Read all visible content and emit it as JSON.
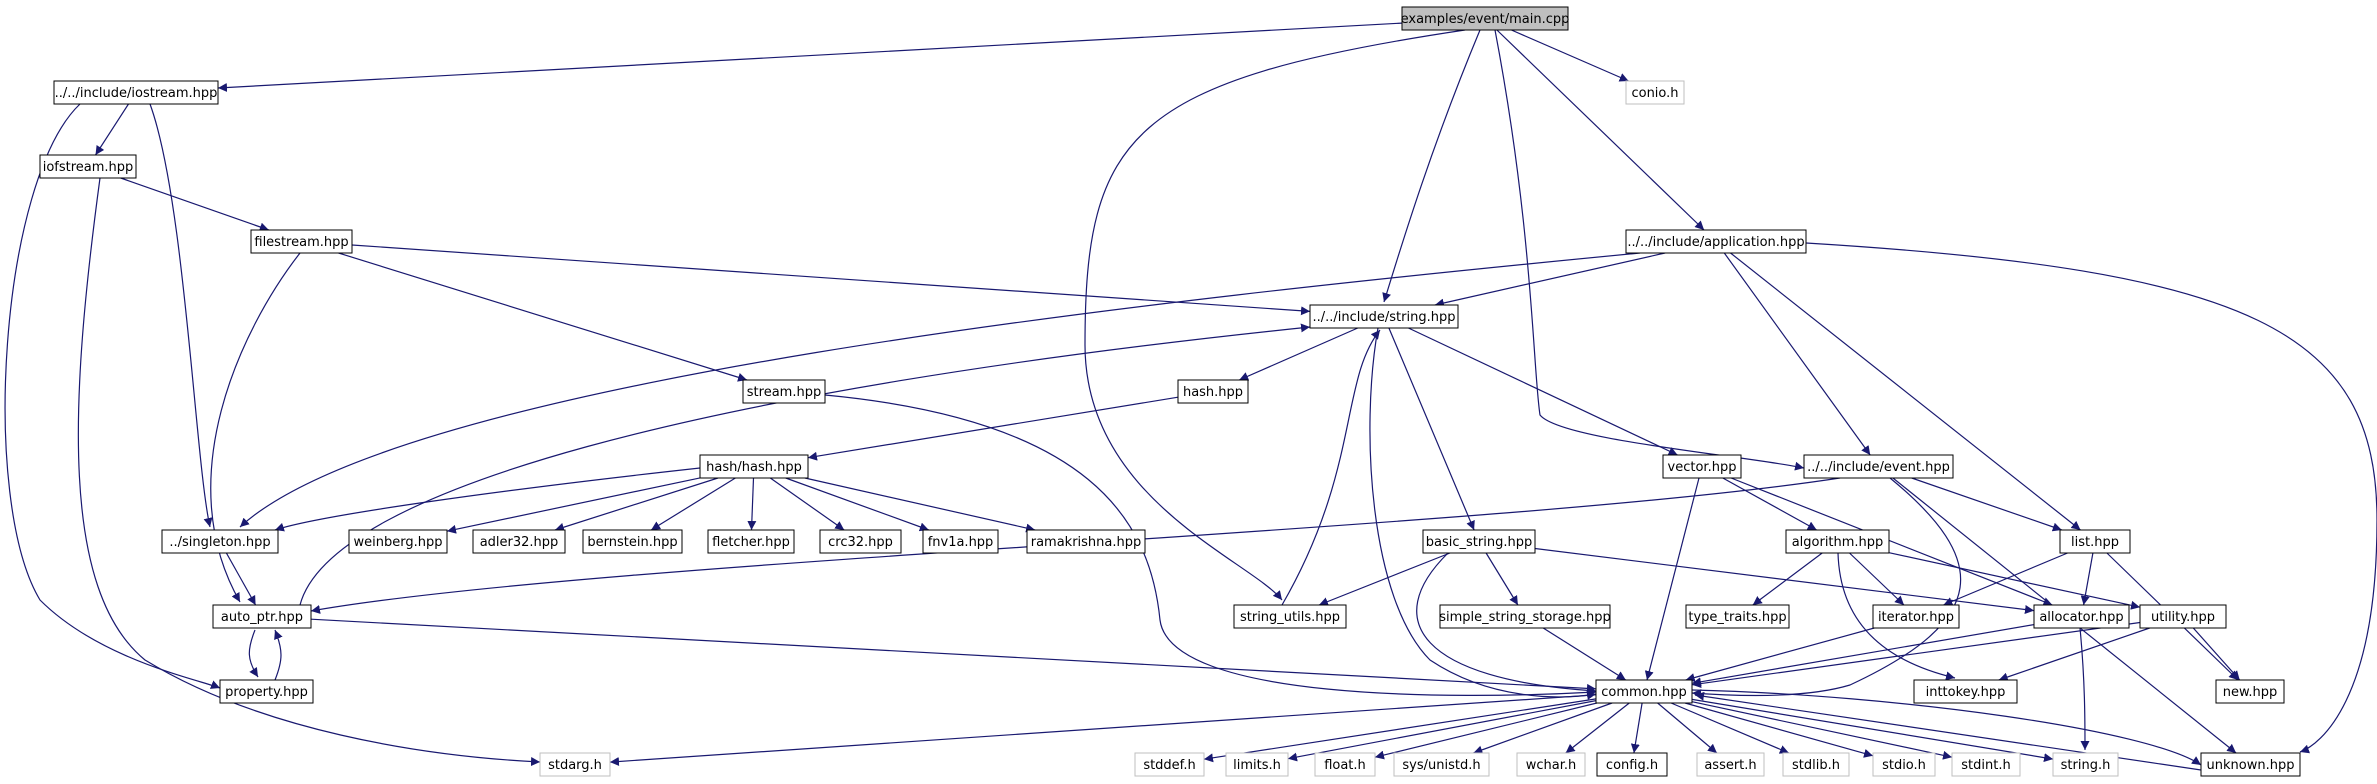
{
  "graph": {
    "nodes": [
      {
        "id": "main",
        "label": "examples/event/main.cpp",
        "style": "root"
      },
      {
        "id": "iostream",
        "label": "../../include/iostream.hpp",
        "style": "normal"
      },
      {
        "id": "conio",
        "label": "conio.h",
        "style": "external"
      },
      {
        "id": "iofstream",
        "label": "iofstream.hpp",
        "style": "normal"
      },
      {
        "id": "filestream",
        "label": "filestream.hpp",
        "style": "normal"
      },
      {
        "id": "application",
        "label": "../../include/application.hpp",
        "style": "normal"
      },
      {
        "id": "string",
        "label": "../../include/string.hpp",
        "style": "normal"
      },
      {
        "id": "stream",
        "label": "stream.hpp",
        "style": "normal"
      },
      {
        "id": "hash",
        "label": "hash.hpp",
        "style": "normal"
      },
      {
        "id": "hashhash",
        "label": "hash/hash.hpp",
        "style": "normal"
      },
      {
        "id": "vector",
        "label": "vector.hpp",
        "style": "normal"
      },
      {
        "id": "event",
        "label": "../../include/event.hpp",
        "style": "normal"
      },
      {
        "id": "singleton",
        "label": "../singleton.hpp",
        "style": "normal"
      },
      {
        "id": "weinberg",
        "label": "weinberg.hpp",
        "style": "normal"
      },
      {
        "id": "adler32",
        "label": "adler32.hpp",
        "style": "normal"
      },
      {
        "id": "bernstein",
        "label": "bernstein.hpp",
        "style": "normal"
      },
      {
        "id": "fletcher",
        "label": "fletcher.hpp",
        "style": "normal"
      },
      {
        "id": "crc32",
        "label": "crc32.hpp",
        "style": "normal"
      },
      {
        "id": "fnv1a",
        "label": "fnv1a.hpp",
        "style": "normal"
      },
      {
        "id": "ramakrishna",
        "label": "ramakrishna.hpp",
        "style": "normal"
      },
      {
        "id": "basic_string",
        "label": "basic_string.hpp",
        "style": "normal"
      },
      {
        "id": "algorithm",
        "label": "algorithm.hpp",
        "style": "normal"
      },
      {
        "id": "list",
        "label": "list.hpp",
        "style": "normal"
      },
      {
        "id": "auto_ptr",
        "label": "auto_ptr.hpp",
        "style": "normal"
      },
      {
        "id": "string_utils",
        "label": "string_utils.hpp",
        "style": "normal"
      },
      {
        "id": "simple_string_storage",
        "label": "simple_string_storage.hpp",
        "style": "normal"
      },
      {
        "id": "type_traits",
        "label": "type_traits.hpp",
        "style": "normal"
      },
      {
        "id": "iterator",
        "label": "iterator.hpp",
        "style": "normal"
      },
      {
        "id": "allocator",
        "label": "allocator.hpp",
        "style": "normal"
      },
      {
        "id": "utility",
        "label": "utility.hpp",
        "style": "normal"
      },
      {
        "id": "property",
        "label": "property.hpp",
        "style": "normal"
      },
      {
        "id": "common",
        "label": "common.hpp",
        "style": "normal"
      },
      {
        "id": "inttokey",
        "label": "inttokey.hpp",
        "style": "normal"
      },
      {
        "id": "new",
        "label": "new.hpp",
        "style": "normal"
      },
      {
        "id": "stdarg",
        "label": "stdarg.h",
        "style": "external"
      },
      {
        "id": "stddef",
        "label": "stddef.h",
        "style": "external"
      },
      {
        "id": "limits",
        "label": "limits.h",
        "style": "external"
      },
      {
        "id": "float",
        "label": "float.h",
        "style": "external"
      },
      {
        "id": "unistd",
        "label": "sys/unistd.h",
        "style": "external"
      },
      {
        "id": "wchar",
        "label": "wchar.h",
        "style": "external"
      },
      {
        "id": "config",
        "label": "config.h",
        "style": "normal"
      },
      {
        "id": "assert",
        "label": "assert.h",
        "style": "external"
      },
      {
        "id": "stdlib",
        "label": "stdlib.h",
        "style": "external"
      },
      {
        "id": "stdio",
        "label": "stdio.h",
        "style": "external"
      },
      {
        "id": "stdint",
        "label": "stdint.h",
        "style": "external"
      },
      {
        "id": "stringh",
        "label": "string.h",
        "style": "external"
      },
      {
        "id": "unknown",
        "label": "unknown.hpp",
        "style": "normal"
      }
    ],
    "edges": [
      [
        "main",
        "iostream"
      ],
      [
        "main",
        "conio"
      ],
      [
        "main",
        "string"
      ],
      [
        "main",
        "string_utils"
      ],
      [
        "main",
        "application"
      ],
      [
        "main",
        "event"
      ],
      [
        "iostream",
        "iofstream"
      ],
      [
        "iostream",
        "singleton"
      ],
      [
        "iostream",
        "property"
      ],
      [
        "iofstream",
        "filestream"
      ],
      [
        "iofstream",
        "stdarg"
      ],
      [
        "filestream",
        "string"
      ],
      [
        "filestream",
        "stream"
      ],
      [
        "filestream",
        "auto_ptr"
      ],
      [
        "application",
        "string"
      ],
      [
        "application",
        "singleton"
      ],
      [
        "application",
        "event"
      ],
      [
        "application",
        "list"
      ],
      [
        "application",
        "unknown"
      ],
      [
        "string",
        "hash"
      ],
      [
        "string",
        "vector"
      ],
      [
        "string",
        "basic_string"
      ],
      [
        "string",
        "common"
      ],
      [
        "stream",
        "common"
      ],
      [
        "hash",
        "hashhash"
      ],
      [
        "hashhash",
        "singleton"
      ],
      [
        "hashhash",
        "weinberg"
      ],
      [
        "hashhash",
        "adler32"
      ],
      [
        "hashhash",
        "bernstein"
      ],
      [
        "hashhash",
        "fletcher"
      ],
      [
        "hashhash",
        "crc32"
      ],
      [
        "hashhash",
        "fnv1a"
      ],
      [
        "hashhash",
        "ramakrishna"
      ],
      [
        "vector",
        "algorithm"
      ],
      [
        "vector",
        "allocator"
      ],
      [
        "vector",
        "common"
      ],
      [
        "event",
        "auto_ptr"
      ],
      [
        "event",
        "list"
      ],
      [
        "event",
        "common"
      ],
      [
        "event",
        "unknown"
      ],
      [
        "singleton",
        "auto_ptr"
      ],
      [
        "basic_string",
        "string_utils"
      ],
      [
        "basic_string",
        "simple_string_storage"
      ],
      [
        "basic_string",
        "allocator"
      ],
      [
        "basic_string",
        "common"
      ],
      [
        "string_utils",
        "string"
      ],
      [
        "auto_ptr",
        "string"
      ],
      [
        "auto_ptr",
        "property"
      ],
      [
        "auto_ptr",
        "common"
      ],
      [
        "property",
        "auto_ptr"
      ],
      [
        "algorithm",
        "type_traits"
      ],
      [
        "algorithm",
        "iterator"
      ],
      [
        "algorithm",
        "utility"
      ],
      [
        "algorithm",
        "inttokey"
      ],
      [
        "list",
        "iterator"
      ],
      [
        "list",
        "allocator"
      ],
      [
        "list",
        "new"
      ],
      [
        "iterator",
        "common"
      ],
      [
        "allocator",
        "common"
      ],
      [
        "allocator",
        "stringh"
      ],
      [
        "utility",
        "common"
      ],
      [
        "utility",
        "inttokey"
      ],
      [
        "utility",
        "new"
      ],
      [
        "simple_string_storage",
        "common"
      ],
      [
        "common",
        "stdarg"
      ],
      [
        "common",
        "stddef"
      ],
      [
        "common",
        "limits"
      ],
      [
        "common",
        "float"
      ],
      [
        "common",
        "unistd"
      ],
      [
        "common",
        "wchar"
      ],
      [
        "common",
        "config"
      ],
      [
        "common",
        "assert"
      ],
      [
        "common",
        "stdlib"
      ],
      [
        "common",
        "stdio"
      ],
      [
        "common",
        "stdint"
      ],
      [
        "common",
        "stringh"
      ],
      [
        "common",
        "unknown"
      ],
      [
        "unknown",
        "common"
      ]
    ],
    "colors": {
      "edge": "#191970",
      "root_fill": "#bfbfbf",
      "external_border": "#bfbfbf",
      "normal_border": "#000000"
    }
  }
}
